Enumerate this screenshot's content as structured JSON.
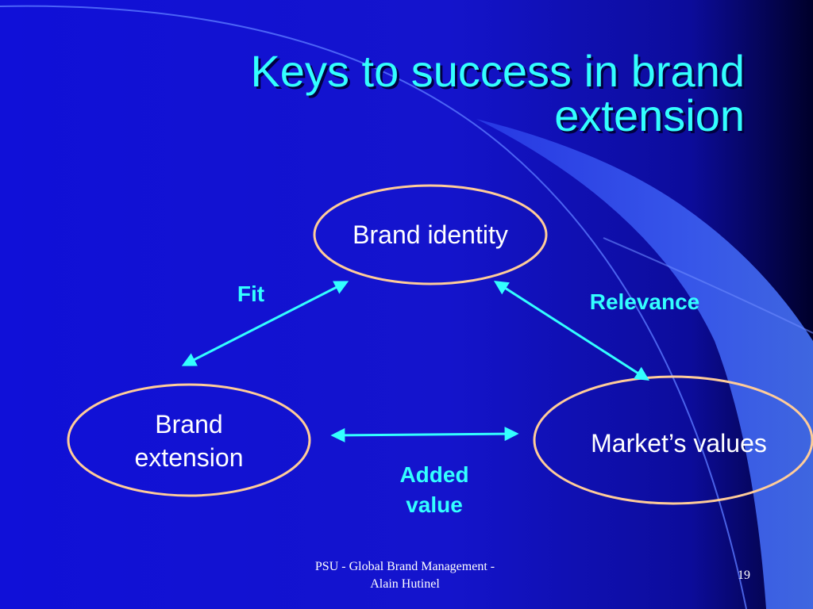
{
  "slide": {
    "title_line1": "Keys to success in brand",
    "title_line2": "extension"
  },
  "diagram": {
    "nodes": {
      "top": "Brand identity",
      "left_line1": "Brand",
      "left_line2": "extension",
      "right": "Market’s values"
    },
    "relations": {
      "fit": "Fit",
      "relevance": "Relevance",
      "added_line1": "Added",
      "added_line2": "value"
    }
  },
  "footer": {
    "line1": "PSU - Global Brand Management -",
    "line2": "Alain Hutinel",
    "page_number": "19"
  },
  "colors": {
    "background": "#1414cc",
    "title": "#33ffff",
    "ellipse_stroke": "#ffcc99",
    "arrow": "#33ffff",
    "wave": "#3a5cff"
  }
}
